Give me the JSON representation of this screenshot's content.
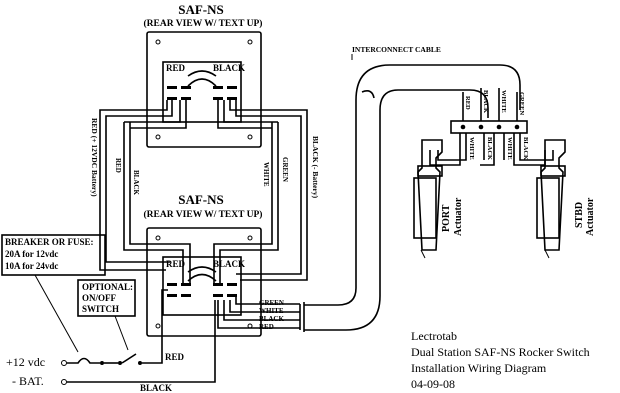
{
  "top_switch": {
    "title": "SAF-NS",
    "subtitle": "(REAR VIEW W/ TEXT UP)",
    "left_term": "RED",
    "right_term": "BLACK"
  },
  "bottom_switch": {
    "title": "SAF-NS",
    "subtitle": "(REAR VIEW W/ TEXT UP)",
    "left_term": "RED",
    "right_term": "BLACK"
  },
  "cable_label": "INTERCONNECT CABLE",
  "cable_wires": [
    "RED",
    "BLACK",
    "WHITE",
    "GREEN"
  ],
  "junction_wires_top": [
    "RED",
    "BLACK",
    "WHITE",
    "GREEN"
  ],
  "junction_wires_bottom": [
    "WHITE",
    "BLACK",
    "WHITE",
    "BLACK"
  ],
  "side_labels": {
    "left_supply": "RED (+ 12VDC Battery)",
    "right_supply": "BLACK (- Battery)",
    "green": "GREEN",
    "white": "WHITE",
    "red": "RED",
    "black": "BLACK"
  },
  "bottom_wire_labels": [
    "GREEN",
    "WHITE",
    "BLACK",
    "RED"
  ],
  "breaker": {
    "line1": "BREAKER OR FUSE:",
    "line2": "20A for 12vdc",
    "line3": "10A for 24vdc"
  },
  "optional": {
    "line1": "OPTIONAL:",
    "line2": "ON/OFF",
    "line3": "SWITCH"
  },
  "power": {
    "plus": "+12 vdc",
    "minus": "- BAT.",
    "red": "RED",
    "black": "BLACK"
  },
  "actuators": {
    "port_1": "PORT",
    "port_2": "Actuator",
    "stbd_1": "STBD",
    "stbd_2": "Actuator"
  },
  "title_block": {
    "line1": "Lectrotab",
    "line2": "Dual Station SAF-NS Rocker Switch",
    "line3": "Installation Wiring Diagram",
    "line4": "04-09-08"
  }
}
